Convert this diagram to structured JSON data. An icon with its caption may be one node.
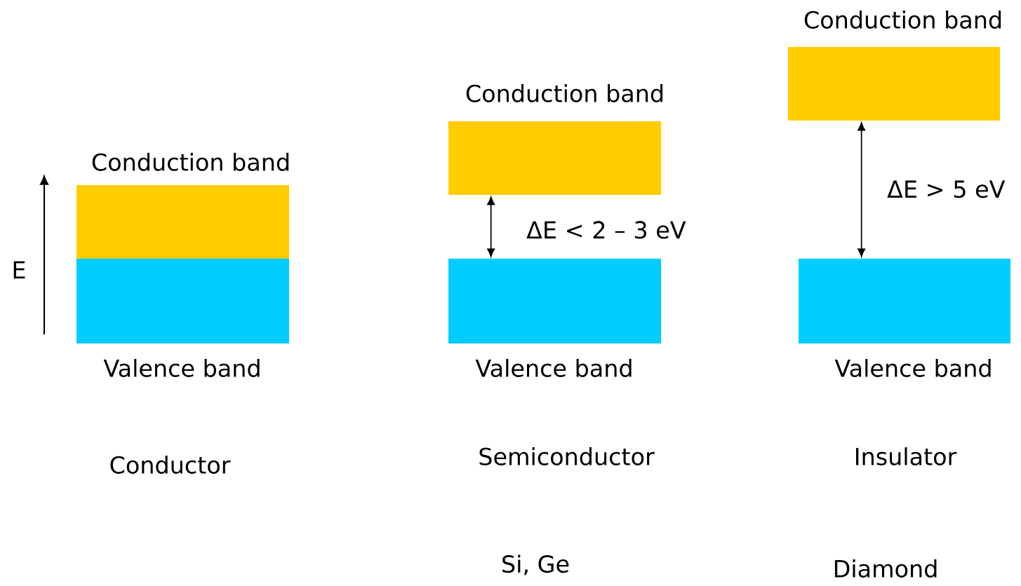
{
  "diagram": {
    "nodes": [
      {
        "text": [
          "Conduction band"
        ]
      },
      {
        "text": [
          "Valence band"
        ]
      },
      {
        "text": [
          "Conduction band"
        ]
      },
      {
        "text": [
          "Valence band"
        ]
      },
      {
        "text": [
          "Conduction band"
        ]
      },
      {
        "text": [
          "Valence band"
        ]
      }
    ],
    "edges": [
      {
        "from": 2,
        "to": 3,
        "arrow": "both",
        "label": "ΔE < 2 – 3 eV"
      },
      {
        "from": 4,
        "to": 5,
        "arrow": "both",
        "label": "ΔE > 5 eV"
      }
    ],
    "labels": [
      "E",
      "Conductor",
      "Semiconductor",
      "Insulator",
      "Si, Ge",
      "Diamond"
    ]
  }
}
